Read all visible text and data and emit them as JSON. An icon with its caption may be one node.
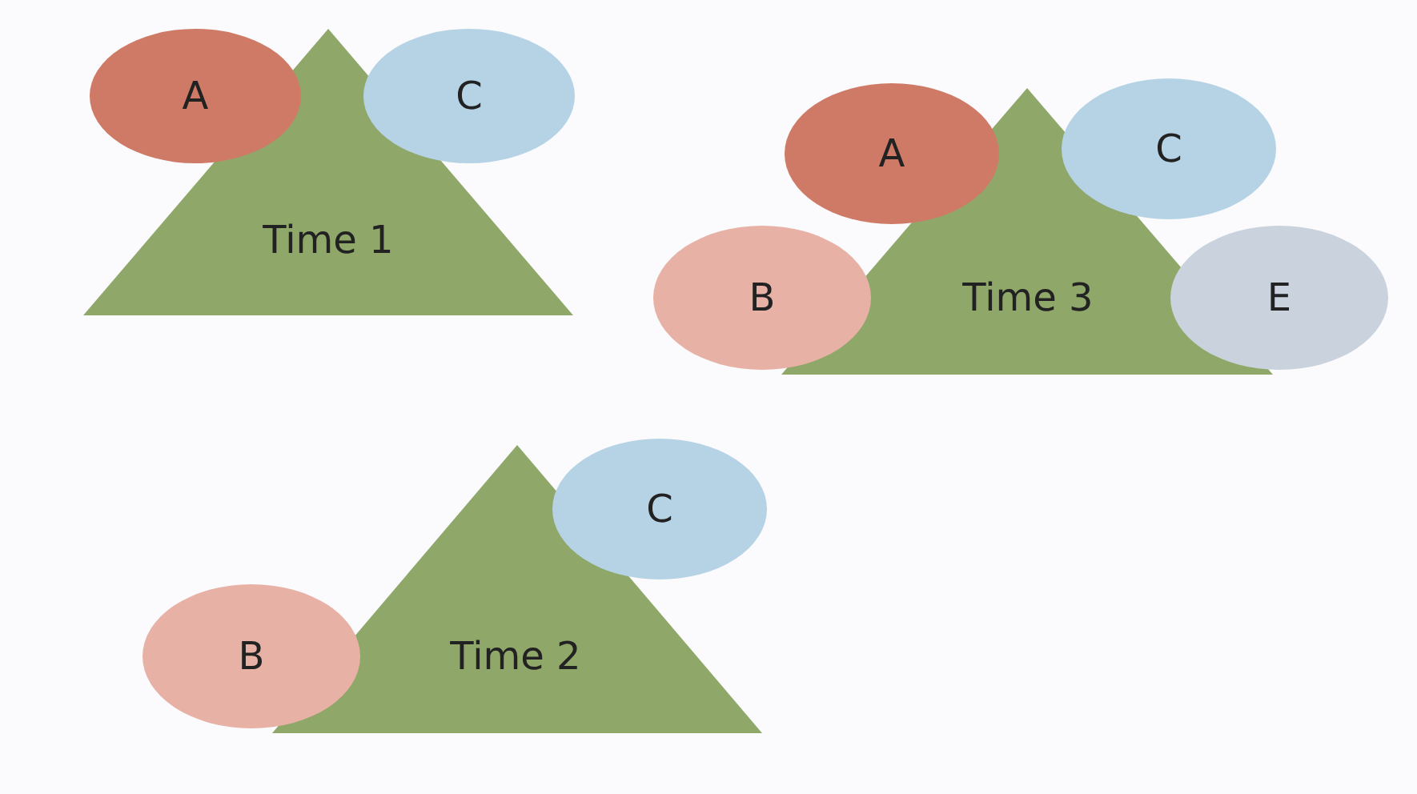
{
  "diagram": {
    "nodes": [
      {
        "text": [
          "Time 1"
        ]
      },
      {
        "text": [
          "A"
        ]
      },
      {
        "text": [
          "C"
        ]
      },
      {
        "text": [
          "Time 3"
        ]
      },
      {
        "text": [
          "A"
        ]
      },
      {
        "text": [
          "C"
        ]
      },
      {
        "text": [
          "B"
        ]
      },
      {
        "text": [
          "E"
        ]
      },
      {
        "text": [
          "Time 2"
        ]
      },
      {
        "text": [
          "C"
        ]
      },
      {
        "text": [
          "B"
        ]
      }
    ]
  }
}
